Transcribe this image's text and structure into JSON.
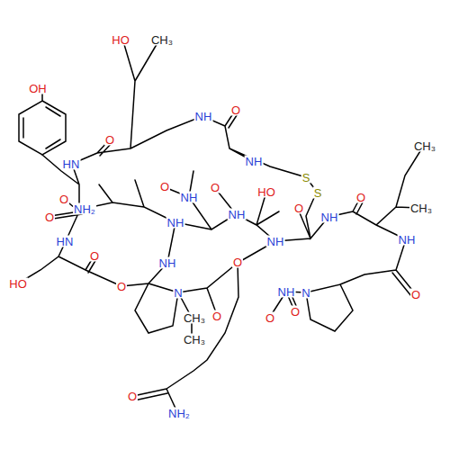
{
  "diagram": {
    "labels": [
      "OH",
      "HO",
      "CH₃",
      "O",
      "NH",
      "O",
      "HN",
      "NH",
      "S",
      "S",
      "CH₃",
      "CH₃",
      "O",
      "NH",
      "NH",
      "O",
      "HO",
      "O",
      "NH",
      "O",
      "NH",
      "O",
      "NH₂",
      "O",
      "O",
      "NH",
      "HN",
      "HO",
      "O",
      "NH",
      "O",
      "NH",
      "N",
      "O",
      "N",
      "CH₃",
      "CH₃",
      "O",
      "O",
      "O",
      "NH₂",
      "O",
      "NH"
    ]
  }
}
